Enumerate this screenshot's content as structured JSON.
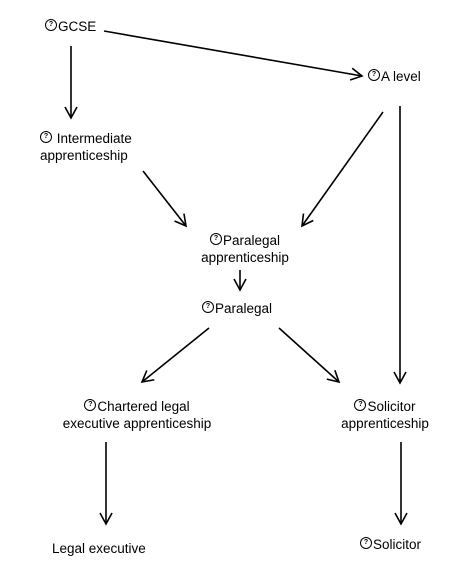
{
  "nodes": {
    "gcse": {
      "label": "GCSE",
      "icon": "question-circle-icon"
    },
    "a_level": {
      "label": "A level",
      "icon": "question-circle-icon"
    },
    "intermediate": {
      "line1": "Intermediate",
      "line2": "apprenticeship",
      "icon": "question-circle-icon"
    },
    "paralegal_app": {
      "line1": "Paralegal",
      "line2": "apprenticeship",
      "icon": "question-circle-icon"
    },
    "paralegal": {
      "label": "Paralegal",
      "icon": "question-circle-icon"
    },
    "chartered": {
      "line1": "Chartered legal",
      "line2": "executive apprenticeship",
      "icon": "question-circle-icon"
    },
    "solicitor_app": {
      "line1": "Solicitor",
      "line2": "apprenticeship",
      "icon": "question-circle-icon"
    },
    "legal_exec": {
      "label": "Legal executive"
    },
    "solicitor": {
      "label": "Solicitor",
      "icon": "question-circle-icon"
    }
  },
  "icon_glyph": "?",
  "colors": {
    "line": "#000000",
    "text": "#000000",
    "background": "#ffffff"
  }
}
